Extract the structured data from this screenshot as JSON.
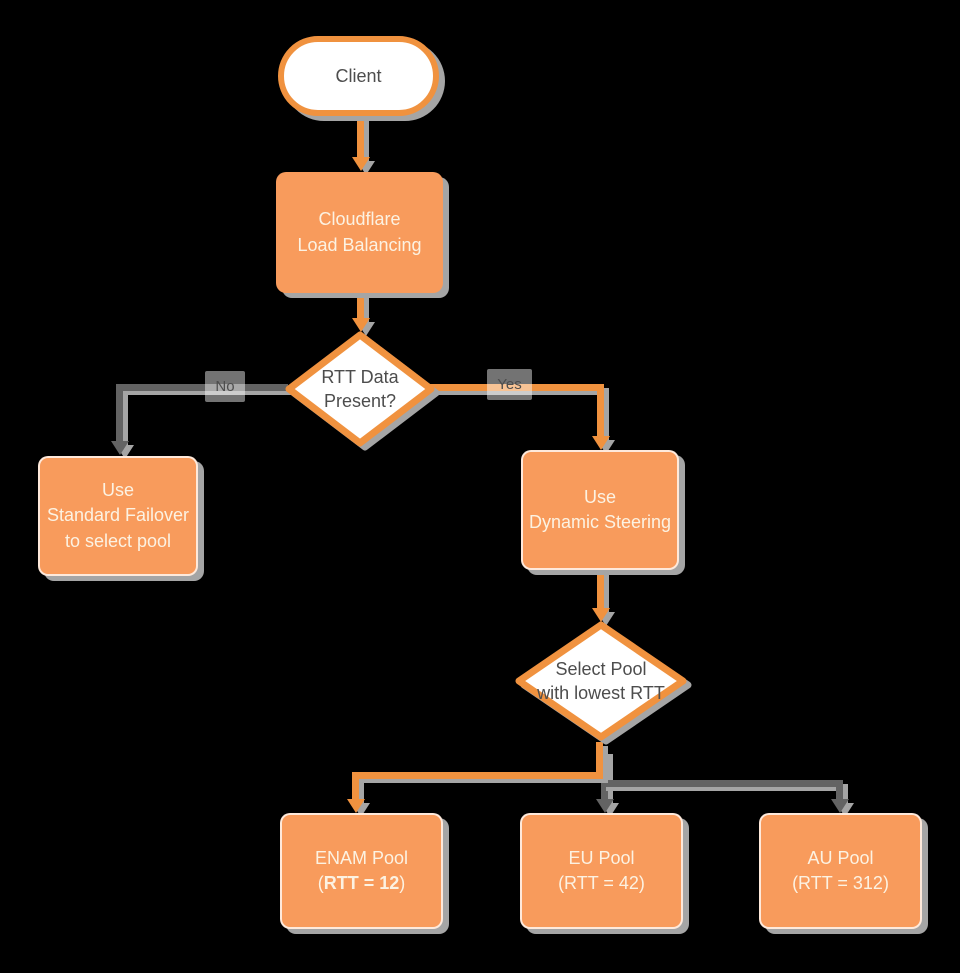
{
  "colors": {
    "background": "#000000",
    "node_fill_orange": "#F89B5C",
    "stroke_orange": "#F0923F",
    "connector_gray": "#636363",
    "shadow_gray": "#A5A5A5",
    "text_dark": "#4D4D4D",
    "text_light": "#FCF2E2",
    "diamond_fill": "#FFFFFF"
  },
  "nodes": {
    "client": {
      "label": "Client"
    },
    "load_balancing": {
      "line1": "Cloudflare",
      "line2": "Load Balancing"
    },
    "rtt_decision": {
      "line1": "RTT Data",
      "line2": "Present?"
    },
    "standard_failover": {
      "line1": "Use",
      "line2": "Standard Failover",
      "line3": "to select pool"
    },
    "dynamic_steering": {
      "line1": "Use",
      "line2": "Dynamic Steering"
    },
    "select_pool": {
      "line1": "Select Pool",
      "line2": "with lowest RTT"
    },
    "enam_pool": {
      "name": "ENAM Pool",
      "rtt_prefix": "(",
      "rtt_bold": "RTT = 12",
      "rtt_suffix": ")"
    },
    "eu_pool": {
      "name": "EU Pool",
      "rtt_line": "(RTT = 42)"
    },
    "au_pool": {
      "name": "AU Pool",
      "rtt_line": "(RTT = 312)"
    }
  },
  "edges": {
    "no_label": "No",
    "yes_label": "Yes"
  }
}
